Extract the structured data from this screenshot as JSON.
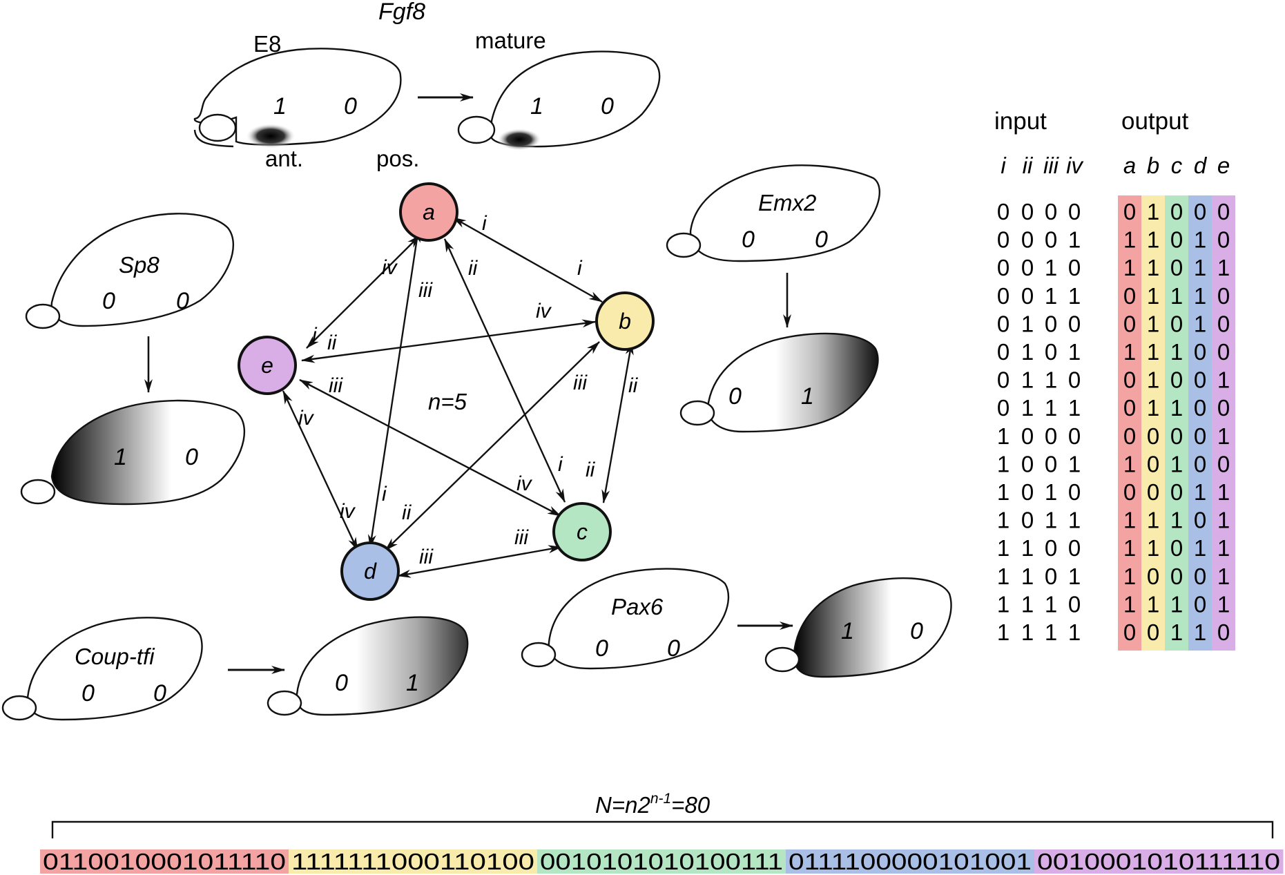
{
  "colors": {
    "a": "#f4a3a3",
    "b": "#f9ebab",
    "c": "#b5e6c4",
    "d": "#a9bfe6",
    "e": "#d9ade6",
    "outline": "#111111"
  },
  "brains": {
    "fgf8": {
      "gene": "Fgf8",
      "stage_early": "E8",
      "stage_mature": "mature",
      "ant_label": "ant.",
      "pos_label": "pos.",
      "early_ant": "1",
      "early_pos": "0",
      "mature_ant": "1",
      "mature_pos": "0"
    },
    "sp8": {
      "gene": "Sp8",
      "early_ant": "0",
      "early_pos": "0",
      "mature_ant": "1",
      "mature_pos": "0"
    },
    "emx2": {
      "gene": "Emx2",
      "early_ant": "0",
      "early_pos": "0",
      "mature_ant": "0",
      "mature_pos": "1"
    },
    "coup": {
      "gene": "Coup-tfi",
      "early_ant": "0",
      "early_pos": "0",
      "mature_ant": "0",
      "mature_pos": "1"
    },
    "pax6": {
      "gene": "Pax6",
      "early_ant": "0",
      "early_pos": "0",
      "mature_ant": "1",
      "mature_pos": "0"
    }
  },
  "network": {
    "center_label": "n=5",
    "nodes": {
      "a": "a",
      "b": "b",
      "c": "c",
      "d": "d",
      "e": "e"
    },
    "edge_labels": {
      "a_i": "i",
      "a_ii": "ii",
      "a_iii": "iii",
      "a_iv": "iv",
      "b_i": "i",
      "b_ii": "ii",
      "b_iii": "iii",
      "b_iv": "iv",
      "c_i": "i",
      "c_ii": "ii",
      "c_iii": "iii",
      "c_iv": "iv",
      "d_i": "i",
      "d_ii": "ii",
      "d_iii": "iii",
      "d_iv": "iv",
      "e_i": "i",
      "e_ii": "ii",
      "e_iii": "iii",
      "e_iv": "iv"
    }
  },
  "truth_table": {
    "input_header": "input",
    "output_header": "output",
    "input_cols": [
      "i",
      "ii",
      "iii",
      "iv"
    ],
    "output_cols": [
      "a",
      "b",
      "c",
      "d",
      "e"
    ],
    "rows": [
      {
        "in": [
          "0",
          "0",
          "0",
          "0"
        ],
        "out": [
          "0",
          "1",
          "0",
          "0",
          "0"
        ]
      },
      {
        "in": [
          "0",
          "0",
          "0",
          "1"
        ],
        "out": [
          "1",
          "1",
          "0",
          "1",
          "0"
        ]
      },
      {
        "in": [
          "0",
          "0",
          "1",
          "0"
        ],
        "out": [
          "1",
          "1",
          "0",
          "1",
          "1"
        ]
      },
      {
        "in": [
          "0",
          "0",
          "1",
          "1"
        ],
        "out": [
          "0",
          "1",
          "1",
          "1",
          "0"
        ]
      },
      {
        "in": [
          "0",
          "1",
          "0",
          "0"
        ],
        "out": [
          "0",
          "1",
          "0",
          "1",
          "0"
        ]
      },
      {
        "in": [
          "0",
          "1",
          "0",
          "1"
        ],
        "out": [
          "1",
          "1",
          "1",
          "0",
          "0"
        ]
      },
      {
        "in": [
          "0",
          "1",
          "1",
          "0"
        ],
        "out": [
          "0",
          "1",
          "0",
          "0",
          "1"
        ]
      },
      {
        "in": [
          "0",
          "1",
          "1",
          "1"
        ],
        "out": [
          "0",
          "1",
          "1",
          "0",
          "0"
        ]
      },
      {
        "in": [
          "1",
          "0",
          "0",
          "0"
        ],
        "out": [
          "0",
          "0",
          "0",
          "0",
          "1"
        ]
      },
      {
        "in": [
          "1",
          "0",
          "0",
          "1"
        ],
        "out": [
          "1",
          "0",
          "1",
          "0",
          "0"
        ]
      },
      {
        "in": [
          "1",
          "0",
          "1",
          "0"
        ],
        "out": [
          "0",
          "0",
          "0",
          "1",
          "1"
        ]
      },
      {
        "in": [
          "1",
          "0",
          "1",
          "1"
        ],
        "out": [
          "1",
          "1",
          "1",
          "0",
          "1"
        ]
      },
      {
        "in": [
          "1",
          "1",
          "0",
          "0"
        ],
        "out": [
          "1",
          "1",
          "0",
          "1",
          "1"
        ]
      },
      {
        "in": [
          "1",
          "1",
          "0",
          "1"
        ],
        "out": [
          "1",
          "0",
          "0",
          "0",
          "1"
        ]
      },
      {
        "in": [
          "1",
          "1",
          "1",
          "0"
        ],
        "out": [
          "1",
          "1",
          "1",
          "0",
          "1"
        ]
      },
      {
        "in": [
          "1",
          "1",
          "1",
          "1"
        ],
        "out": [
          "0",
          "0",
          "1",
          "1",
          "0"
        ]
      }
    ]
  },
  "bitstring": {
    "label_prefix": "N=n2",
    "label_sup": "n-1",
    "label_suffix": "=80",
    "segments": [
      {
        "node": "a",
        "bits": "0110010001011110"
      },
      {
        "node": "b",
        "bits": "1111111000110100"
      },
      {
        "node": "c",
        "bits": "0010101010100111"
      },
      {
        "node": "d",
        "bits": "0111100000101001"
      },
      {
        "node": "e",
        "bits": "0010001010111110"
      }
    ]
  }
}
